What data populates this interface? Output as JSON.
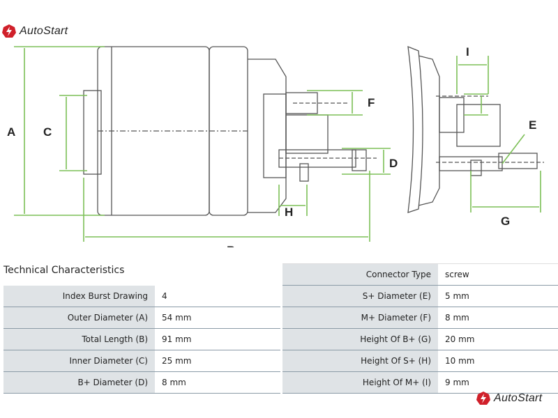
{
  "brand": {
    "name": "AutoStart",
    "color": "#d0202a"
  },
  "drawing": {
    "labels": [
      "A",
      "B",
      "C",
      "D",
      "E",
      "F",
      "G",
      "H",
      "I"
    ],
    "line_color": "#555555",
    "dimension_color": "#7cbf57"
  },
  "section_title": "Technical Characteristics",
  "left_table": [
    {
      "label": "Index Burst Drawing",
      "value": "4"
    },
    {
      "label": "Outer Diameter (A)",
      "value": "54 mm"
    },
    {
      "label": "Total Length (B)",
      "value": "91 mm"
    },
    {
      "label": "Inner Diameter (C)",
      "value": "25 mm"
    },
    {
      "label": "B+ Diameter (D)",
      "value": "8 mm"
    }
  ],
  "right_table": [
    {
      "label": "Connector Type",
      "value": "screw"
    },
    {
      "label": "S+ Diameter (E)",
      "value": "5 mm"
    },
    {
      "label": "M+ Diameter (F)",
      "value": "8 mm"
    },
    {
      "label": "Height Of B+ (G)",
      "value": "20 mm"
    },
    {
      "label": "Height Of S+ (H)",
      "value": "10 mm"
    },
    {
      "label": "Height Of M+ (I)",
      "value": "9 mm"
    }
  ]
}
